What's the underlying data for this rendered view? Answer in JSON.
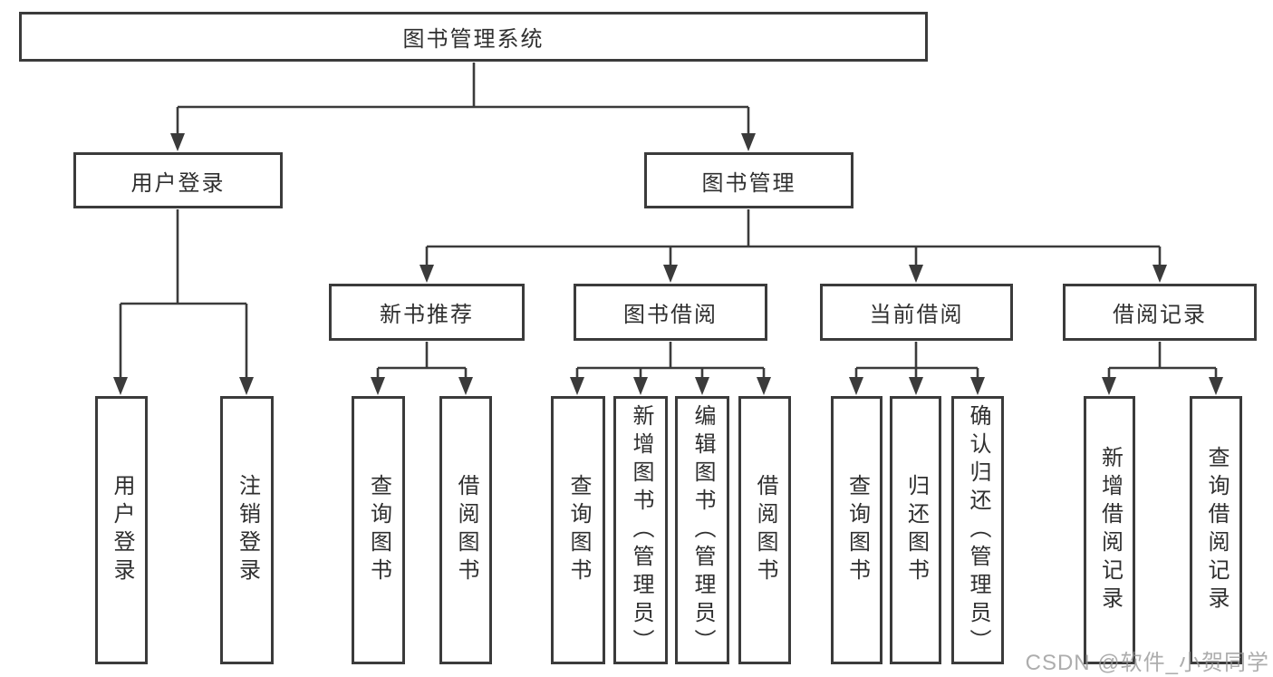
{
  "diagram": {
    "type": "hierarchy-diagram",
    "title": "图书管理系统",
    "watermark": "CSDN @软件_小贺同学",
    "colors": {
      "line": "#3b3b3b",
      "box_border": "#3b3b3b",
      "text": "#2f2f2f",
      "background": "#ffffff",
      "watermark": "#969696"
    },
    "nodes": {
      "root": {
        "label": "图书管理系统"
      },
      "user_login": {
        "label": "用户登录"
      },
      "book_mgmt": {
        "label": "图书管理"
      },
      "new_book_rec": {
        "label": "新书推荐"
      },
      "book_borrow": {
        "label": "图书借阅"
      },
      "current_borrow": {
        "label": "当前借阅"
      },
      "borrow_record": {
        "label": "借阅记录"
      },
      "v_user_login": {
        "label": "用户登录"
      },
      "v_logout": {
        "label": "注销登录"
      },
      "v_query_book_1": {
        "label": "查询图书"
      },
      "v_borrow_book_1": {
        "label": "借阅图书"
      },
      "v_query_book_2": {
        "label": "查询图书"
      },
      "v_add_book": {
        "label": "新增图书（管理员）"
      },
      "v_edit_book": {
        "label": "编辑图书（管理员）"
      },
      "v_borrow_book_2": {
        "label": "借阅图书"
      },
      "v_query_book_3": {
        "label": "查询图书"
      },
      "v_return_book": {
        "label": "归还图书"
      },
      "v_confirm_return": {
        "label": "确认归还（管理员）"
      },
      "v_add_record": {
        "label": "新增借阅记录"
      },
      "v_query_record": {
        "label": "查询借阅记录"
      }
    },
    "hierarchy": {
      "图书管理系统": {
        "用户登录": [
          "用户登录",
          "注销登录"
        ],
        "图书管理": {
          "新书推荐": [
            "查询图书",
            "借阅图书"
          ],
          "图书借阅": [
            "查询图书",
            "新增图书（管理员）",
            "编辑图书（管理员）",
            "借阅图书"
          ],
          "当前借阅": [
            "查询图书",
            "归还图书",
            "确认归还（管理员）"
          ],
          "借阅记录": [
            "新增借阅记录",
            "查询借阅记录"
          ]
        }
      }
    }
  }
}
